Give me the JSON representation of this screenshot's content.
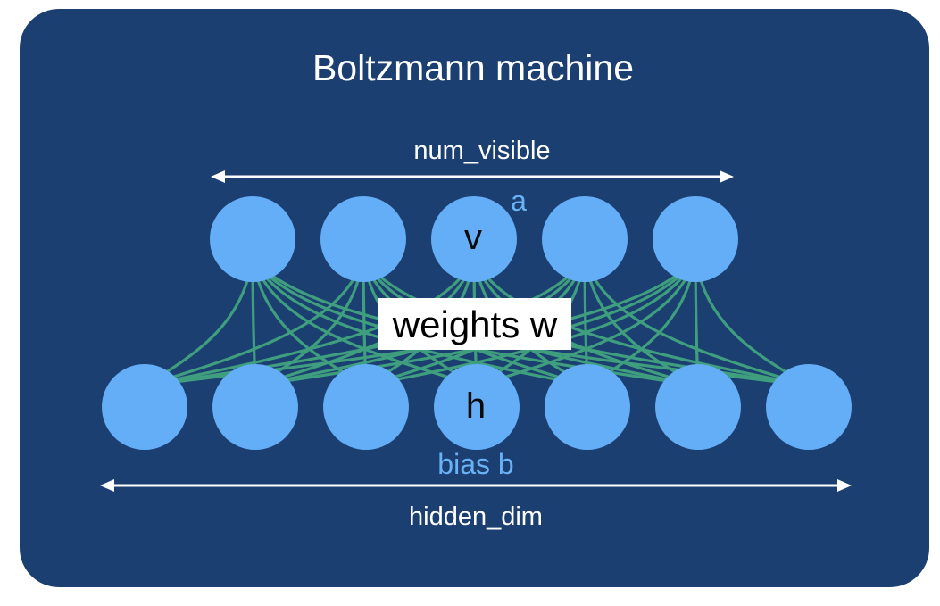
{
  "diagram": {
    "title": "Boltzmann machine",
    "visible_dim_label": "num_visible",
    "visible_bias_label": "a",
    "visible_node_label": "v",
    "weights_label": "weights w",
    "hidden_node_label": "h",
    "hidden_bias_label": "bias b",
    "hidden_dim_label": "hidden_dim",
    "visible_node_count": 5,
    "hidden_node_count": 7,
    "colors": {
      "background": "#1c3f71",
      "node": "#63aef7",
      "edge": "#3f9e7e",
      "text": "#ffffff",
      "bias_text": "#6ab2f6"
    }
  }
}
